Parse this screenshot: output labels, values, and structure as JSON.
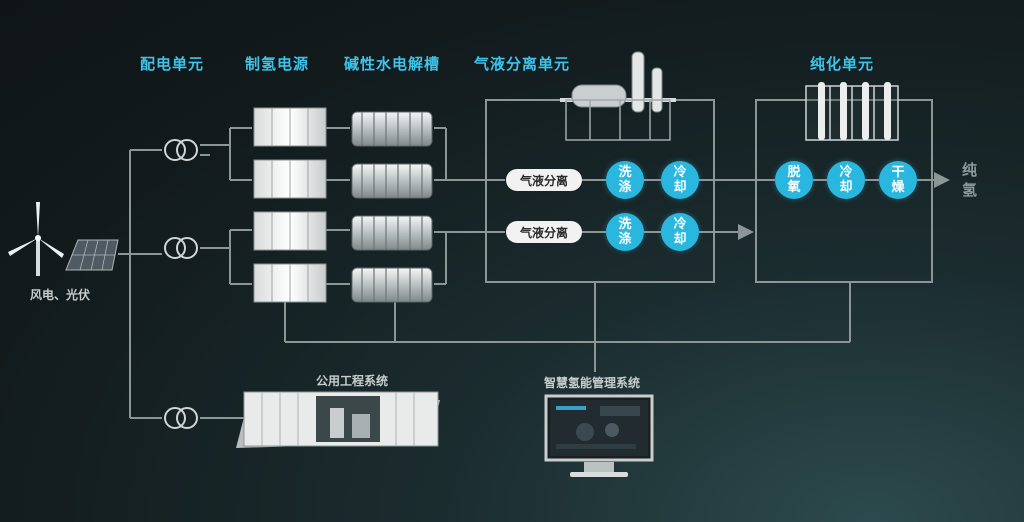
{
  "headers": {
    "distribution": "配电单元",
    "h2_power": "制氢电源",
    "electrolyzer": "碱性水电解槽",
    "gas_liquid": "气液分离单元",
    "purification": "纯化单元"
  },
  "source_label": "风电、光伏",
  "utility_label": "公用工程系统",
  "management_label": "智慧氢能管理系统",
  "separator_label": "气液分离",
  "separation_steps": [
    "洗涤",
    "冷却"
  ],
  "purification_steps": [
    "脱氧",
    "冷却",
    "干燥"
  ],
  "output_label": "纯氢",
  "colors": {
    "accent": "#29b6df",
    "line": "#8c9696",
    "header": "#3ec3ea"
  }
}
